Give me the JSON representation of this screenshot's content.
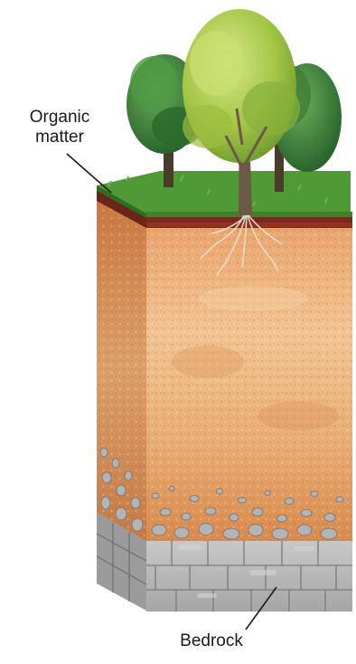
{
  "labels": {
    "organic_matter_line1": "Organic",
    "organic_matter_line2": "matter",
    "bedrock": "Bedrock"
  },
  "colors": {
    "grass": "#4f9a34",
    "grass_dark": "#2f6e22",
    "organic_layer": "#7a2a1c",
    "soil_light": "#f1c79a",
    "soil_mid": "#e0a067",
    "soil_dark": "#c5743e",
    "rock": "#b9b9b9",
    "rock_dark": "#8a8a8a",
    "leaf_light": "#a9c94a",
    "leaf_dark": "#2f7a2a",
    "trunk": "#6b5a45"
  },
  "icons": {
    "trees": "tree-icon",
    "roots": "roots-icon",
    "rocks": "rock-icon"
  }
}
